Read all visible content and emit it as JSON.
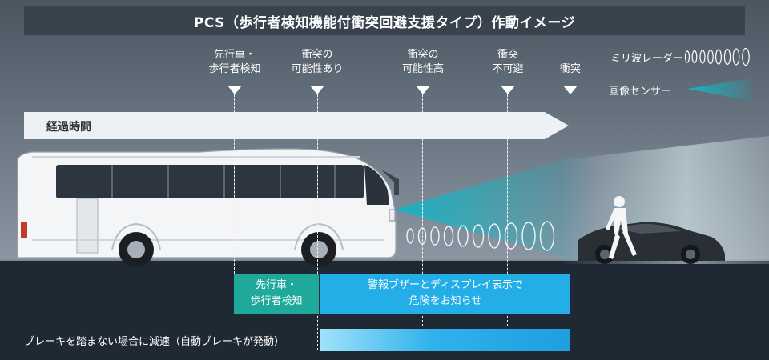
{
  "title": "PCS（歩行者検知機能付衝突回避支援タイプ）作動イメージ",
  "time_axis_label": "経過時間",
  "stages": [
    {
      "label": "先行車・\n歩行者検知"
    },
    {
      "label": "衝突の\n可能性あり"
    },
    {
      "label": "衝突の\n可能性高"
    },
    {
      "label": "衝突\n不可避"
    },
    {
      "label": "衝突"
    }
  ],
  "legend": {
    "radar": "ミリ波レーダー",
    "camera": "画像センサー"
  },
  "boxes": {
    "detect": "先行車・\n歩行者検知",
    "alarm": "警報ブザーとディスプレイ表示で\n危険をお知らせ"
  },
  "brake": {
    "label": "ブレーキを踏まない場合に減速（自動ブレーキが発動）"
  },
  "colors": {
    "title_bg": "#39434e",
    "detect_box": "#1ea99a",
    "alarm_box": "#23aee8",
    "camera_beam": "#1fb6c9"
  }
}
